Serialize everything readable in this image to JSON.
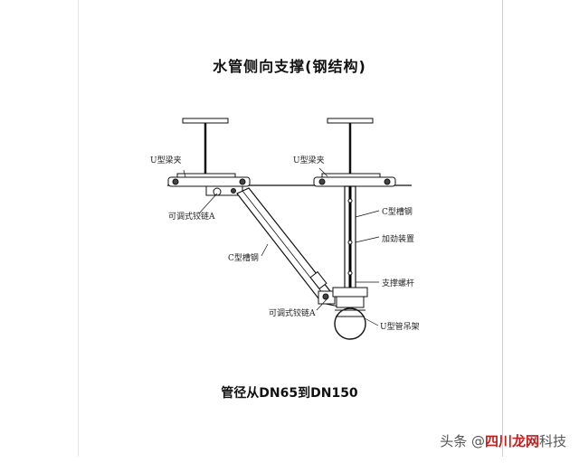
{
  "title": "水管侧向支撑(钢结构)",
  "caption": "管径从DN65到DN150",
  "labels": {
    "u_clamp_left": "U型梁夹",
    "u_clamp_right": "U型梁夹",
    "hinge_a_top": "可调式铰链A",
    "c_channel_diag": "C型槽钢",
    "c_channel_vert": "C型槽钢",
    "reinforce": "加劲装置",
    "brace_rod": "支撑螺杆",
    "hinge_a_bottom": "可调式铰链A",
    "u_pipe_hanger": "U型管吊架"
  },
  "watermark": {
    "prefix": "头条 @",
    "brand": "四川龙网",
    "suffix": "科技"
  }
}
